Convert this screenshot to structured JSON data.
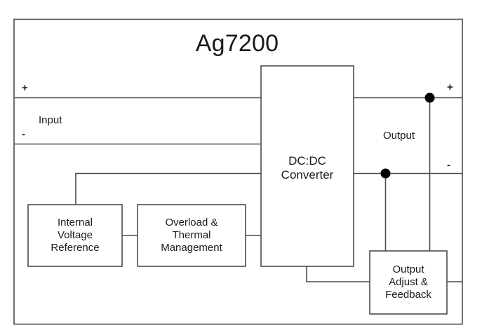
{
  "diagram": {
    "title": "Ag7200",
    "type": "block-diagram",
    "outer_border": {
      "label": "device-outline"
    },
    "ports": {
      "input_plus": "+",
      "input_minus": "-",
      "input_label": "Input",
      "output_plus": "+",
      "output_minus": "-",
      "output_label": "Output"
    },
    "blocks": [
      {
        "id": "dcdc-converter",
        "lines": [
          "DC:DC",
          "Converter"
        ]
      },
      {
        "id": "internal-voltage-reference",
        "lines": [
          "Internal",
          "Voltage",
          "Reference"
        ]
      },
      {
        "id": "overload-thermal-management",
        "lines": [
          "Overload &",
          "Thermal",
          "Management"
        ]
      },
      {
        "id": "output-adjust-feedback",
        "lines": [
          "Output",
          "Adjust &",
          "Feedback"
        ]
      }
    ],
    "junction_dots": 2,
    "colors": {
      "line": "#4d4d4d",
      "text": "#1a1a1a",
      "background": "#ffffff",
      "dot": "#000000"
    }
  }
}
